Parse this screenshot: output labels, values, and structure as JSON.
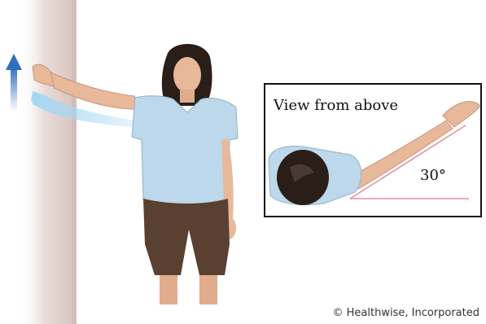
{
  "inset": {
    "title": "View from above",
    "angle_label": "30°"
  },
  "credit": "© Healthwise, Incorporated",
  "colors": {
    "shirt": "#bcd8ea",
    "pants": "#5a4030",
    "skin": "#e8b89a",
    "hair": "#2a1e18",
    "wall": "#e7d8d5",
    "arrow": "#3a78c4",
    "angle_line": "#e58fa0",
    "ghost_arm": "#a6d7f2"
  },
  "icons": {
    "direction_arrow": "up-arrow-icon"
  }
}
